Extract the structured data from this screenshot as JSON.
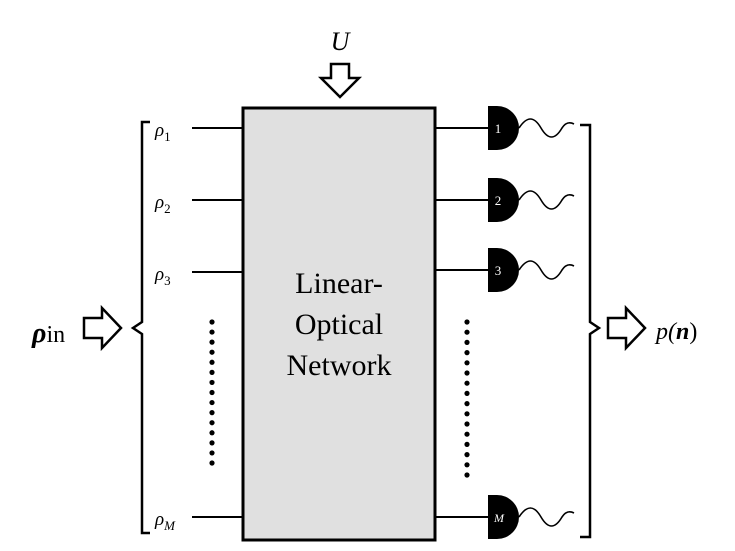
{
  "unitary": {
    "label": "U"
  },
  "network": {
    "line1": "Linear-",
    "line2": "Optical",
    "line3": "Network"
  },
  "input": {
    "label_main": "ρ",
    "label_sub": "in",
    "modes": [
      {
        "sym": "ρ",
        "sub": "1"
      },
      {
        "sym": "ρ",
        "sub": "2"
      },
      {
        "sym": "ρ",
        "sub": "3"
      },
      {
        "sym": "ρ",
        "sub": "M"
      }
    ]
  },
  "detectors": [
    "1",
    "2",
    "3",
    "M"
  ],
  "output": {
    "label_pre": "p(",
    "label_bold": "n",
    "label_post": ")"
  },
  "colors": {
    "box_fill": "#e0e0e0",
    "detector_fill": "#000000",
    "stroke": "#000000"
  }
}
